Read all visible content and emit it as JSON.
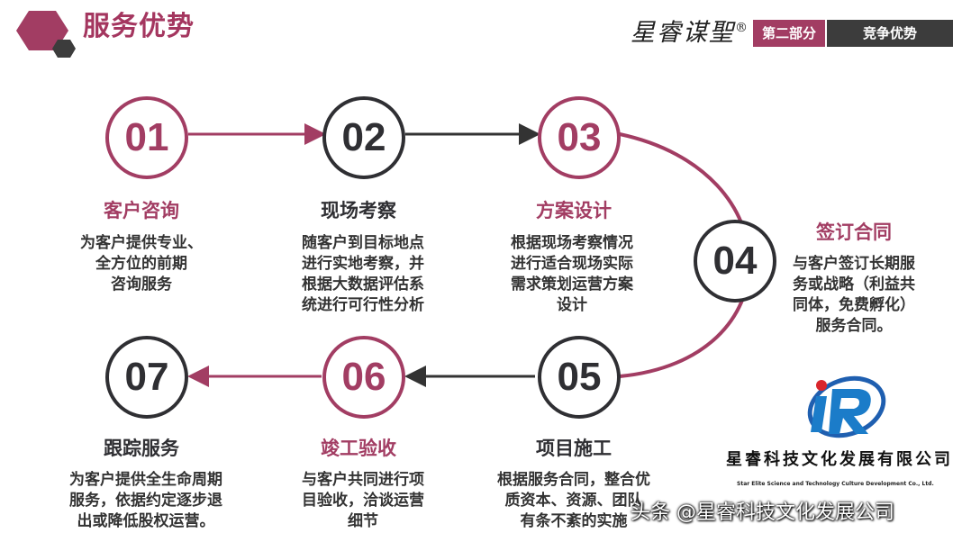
{
  "header": {
    "title": "服务优势",
    "brand": "星睿谋聖",
    "brand_mark": "®",
    "section_tag": "第二部分",
    "section_name": "竞争优势"
  },
  "colors": {
    "accent": "#a23d63",
    "dark": "#2f2f33"
  },
  "steps": [
    {
      "num": "01",
      "title": "客户咨询",
      "desc": [
        "为客户提供专业、",
        "全方位的前期",
        "咨询服务"
      ]
    },
    {
      "num": "02",
      "title": "现场考察",
      "desc": [
        "随客户到目标地点",
        "进行实地考察，并",
        "根据大数据评估系",
        "统进行可行性分析"
      ]
    },
    {
      "num": "03",
      "title": "方案设计",
      "desc": [
        "根据现场考察情况",
        "进行适合现场实际",
        "需求策划运营方案",
        "设计"
      ]
    },
    {
      "num": "04",
      "title": "签订合同",
      "desc": [
        "与客户签订长期服",
        "务或战略（利益共",
        "同体，免费孵化）",
        "服务合同。"
      ]
    },
    {
      "num": "05",
      "title": "项目施工",
      "desc": [
        "根据服务合同，整合优",
        "质资本、资源、团队",
        "有条不紊的实施"
      ]
    },
    {
      "num": "06",
      "title": "竣工验收",
      "desc": [
        "与客户共同进行项",
        "目验收，洽谈运营",
        "细节"
      ]
    },
    {
      "num": "07",
      "title": "跟踪服务",
      "desc": [
        "为客户提供全生命周期",
        "服务，依据约定逐步退",
        "出或降低股权运营。"
      ]
    }
  ],
  "logo": {
    "company": "星睿科技文化发展有限公司",
    "company_en": "Star Elite Science and Technology Culture Development Co., Ltd."
  },
  "watermark": "头条 @星睿科技文化发展公司"
}
